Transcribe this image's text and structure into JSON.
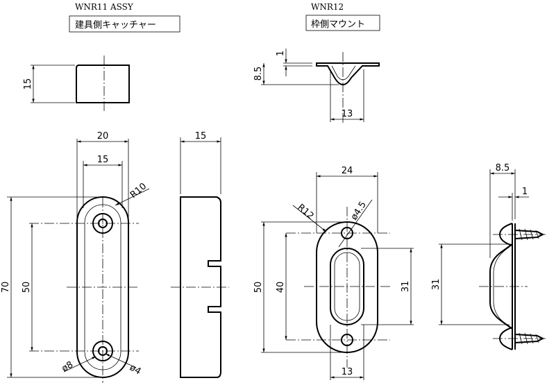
{
  "catcher": {
    "model": "WNR11 ASSY",
    "name": "建具側キャッチャー",
    "dims": {
      "side_height": "15",
      "width_outer": "20",
      "width_inner": "15",
      "radius": "R10",
      "length": "70",
      "hole_pitch": "50",
      "counterbore": "ø8",
      "hole": "ø4",
      "thickness": "15"
    }
  },
  "mount": {
    "model": "WNR12",
    "name": "枠側マウント",
    "dims": {
      "plate": "1",
      "depth": "8.5",
      "pocket_width": "13",
      "width": "24",
      "radius": "R12",
      "hole": "ø4.5",
      "length": "50",
      "slot_length": "40",
      "slot_inner": "31",
      "bottom_width": "13",
      "side_depth": "8.5",
      "side_plate": "1",
      "side_length": "31"
    }
  }
}
